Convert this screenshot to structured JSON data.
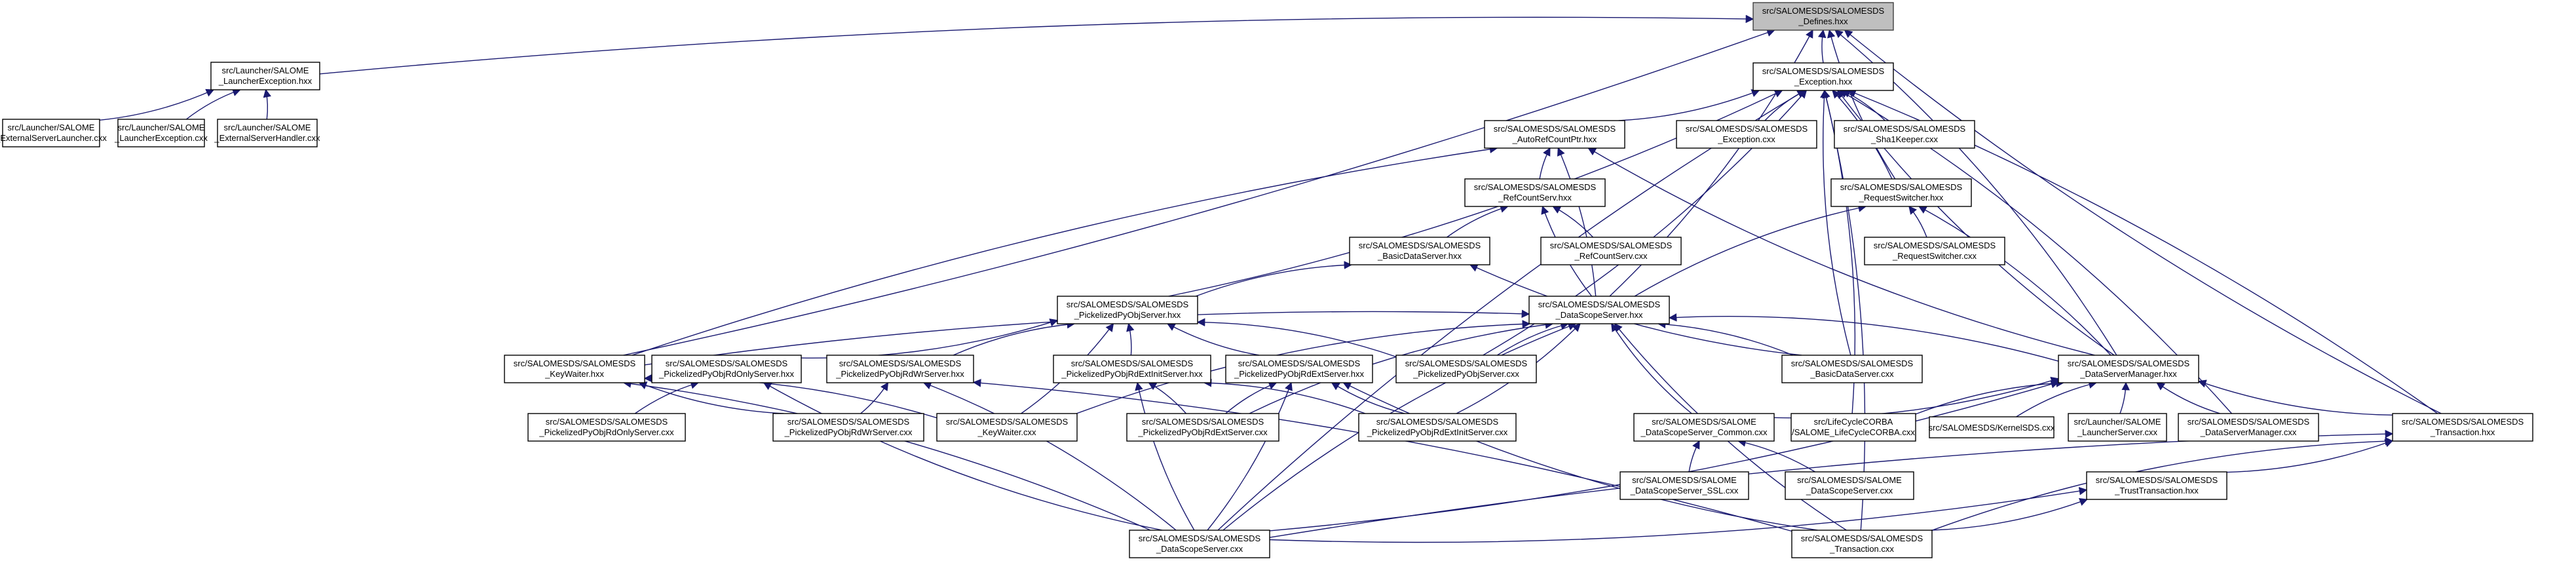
{
  "diagram": {
    "type": "include-dependency-graph",
    "root": "defines_hxx",
    "colors": {
      "edge": "#191970",
      "root_fill": "#bfbfbf",
      "node_fill": "#ffffff",
      "node_border": "#000000"
    },
    "nodes": {
      "defines_hxx": {
        "line1": "src/SALOMESDS/SALOMESDS",
        "line2": "_Defines.hxx"
      },
      "launcher_exception_hxx": {
        "line1": "src/Launcher/SALOME",
        "line2": "_LauncherException.hxx"
      },
      "ext_server_launcher_cxx": {
        "line1": "src/Launcher/SALOME",
        "line2": "_ExternalServerLauncher.cxx"
      },
      "launcher_exception_cxx": {
        "line1": "src/Launcher/SALOME",
        "line2": "_LauncherException.cxx"
      },
      "ext_server_handler_cxx": {
        "line1": "src/Launcher/SALOME",
        "line2": "_ExternalServerHandler.cxx"
      },
      "exception_hxx": {
        "line1": "src/SALOMESDS/SALOMESDS",
        "line2": "_Exception.hxx"
      },
      "auto_ref_count_ptr_hxx": {
        "line1": "src/SALOMESDS/SALOMESDS",
        "line2": "_AutoRefCountPtr.hxx"
      },
      "exception_cxx": {
        "line1": "src/SALOMESDS/SALOMESDS",
        "line2": "_Exception.cxx"
      },
      "sha1keeper_cxx": {
        "line1": "src/SALOMESDS/SALOMESDS",
        "line2": "_Sha1Keeper.cxx"
      },
      "ref_count_serv_hxx": {
        "line1": "src/SALOMESDS/SALOMESDS",
        "line2": "_RefCountServ.hxx"
      },
      "request_switcher_hxx": {
        "line1": "src/SALOMESDS/SALOMESDS",
        "line2": "_RequestSwitcher.hxx"
      },
      "basic_data_server_hxx": {
        "line1": "src/SALOMESDS/SALOMESDS",
        "line2": "_BasicDataServer.hxx"
      },
      "ref_count_serv_cxx": {
        "line1": "src/SALOMESDS/SALOMESDS",
        "line2": "_RefCountServ.cxx"
      },
      "request_switcher_cxx": {
        "line1": "src/SALOMESDS/SALOMESDS",
        "line2": "_RequestSwitcher.cxx"
      },
      "pickled_pyobj_server_hxx": {
        "line1": "src/SALOMESDS/SALOMESDS",
        "line2": "_PickelizedPyObjServer.hxx"
      },
      "data_scope_server_hxx": {
        "line1": "src/SALOMESDS/SALOMESDS",
        "line2": "_DataScopeServer.hxx"
      },
      "key_waiter_hxx": {
        "line1": "src/SALOMESDS/SALOMESDS",
        "line2": "_KeyWaiter.hxx"
      },
      "rd_only_server_hxx": {
        "line1": "src/SALOMESDS/SALOMESDS",
        "line2": "_PickelizedPyObjRdOnlyServer.hxx"
      },
      "rd_wr_server_hxx": {
        "line1": "src/SALOMESDS/SALOMESDS",
        "line2": "_PickelizedPyObjRdWrServer.hxx"
      },
      "rd_ext_init_server_hxx": {
        "line1": "src/SALOMESDS/SALOMESDS",
        "line2": "_PickelizedPyObjRdExtInitServer.hxx"
      },
      "rd_ext_server_hxx": {
        "line1": "src/SALOMESDS/SALOMESDS",
        "line2": "_PickelizedPyObjRdExtServer.hxx"
      },
      "pickled_pyobj_server_cxx": {
        "line1": "src/SALOMESDS/SALOMESDS",
        "line2": "_PickelizedPyObjServer.cxx"
      },
      "basic_data_server_cxx": {
        "line1": "src/SALOMESDS/SALOMESDS",
        "line2": "_BasicDataServer.cxx"
      },
      "data_server_manager_hxx": {
        "line1": "src/SALOMESDS/SALOMESDS",
        "line2": "_DataServerManager.hxx"
      },
      "rd_only_server_cxx": {
        "line1": "src/SALOMESDS/SALOMESDS",
        "line2": "_PickelizedPyObjRdOnlyServer.cxx"
      },
      "rd_wr_server_cxx": {
        "line1": "src/SALOMESDS/SALOMESDS",
        "line2": "_PickelizedPyObjRdWrServer.cxx"
      },
      "key_waiter_cxx": {
        "line1": "src/SALOMESDS/SALOMESDS",
        "line2": "_KeyWaiter.cxx"
      },
      "rd_ext_server_cxx": {
        "line1": "src/SALOMESDS/SALOMESDS",
        "line2": "_PickelizedPyObjRdExtServer.cxx"
      },
      "rd_ext_init_server_cxx": {
        "line1": "src/SALOMESDS/SALOMESDS",
        "line2": "_PickelizedPyObjRdExtInitServer.cxx"
      },
      "data_scope_server_common_cxx": {
        "line1": "src/SALOMESDS/SALOME",
        "line2": "_DataScopeServer_Common.cxx"
      },
      "lifecycle_corba_cxx": {
        "line1": "src/LifeCycleCORBA",
        "line2": "/SALOME_LifeCycleCORBA.cxx"
      },
      "kernel_sds_cxx": {
        "line1": "src/SALOMESDS/KernelSDS.cxx",
        "line2": ""
      },
      "launcher_server_cxx": {
        "line1": "src/Launcher/SALOME",
        "line2": "_LauncherServer.cxx"
      },
      "data_server_manager_cxx": {
        "line1": "src/SALOMESDS/SALOMESDS",
        "line2": "_DataServerManager.cxx"
      },
      "transaction_hxx": {
        "line1": "src/SALOMESDS/SALOMESDS",
        "line2": "_Transaction.hxx"
      },
      "data_scope_server_ssl_cxx": {
        "line1": "src/SALOMESDS/SALOME",
        "line2": "_DataScopeServer_SSL.cxx"
      },
      "salome_data_scope_server_cxx": {
        "line1": "src/SALOMESDS/SALOME",
        "line2": "_DataScopeServer.cxx"
      },
      "trust_transaction_hxx": {
        "line1": "src/SALOMESDS/SALOMESDS",
        "line2": "_TrustTransaction.hxx"
      },
      "data_scope_server_cxx": {
        "line1": "src/SALOMESDS/SALOMESDS",
        "line2": "_DataScopeServer.cxx"
      },
      "transaction_cxx": {
        "line1": "src/SALOMESDS/SALOMESDS",
        "line2": "_Transaction.cxx"
      }
    }
  }
}
